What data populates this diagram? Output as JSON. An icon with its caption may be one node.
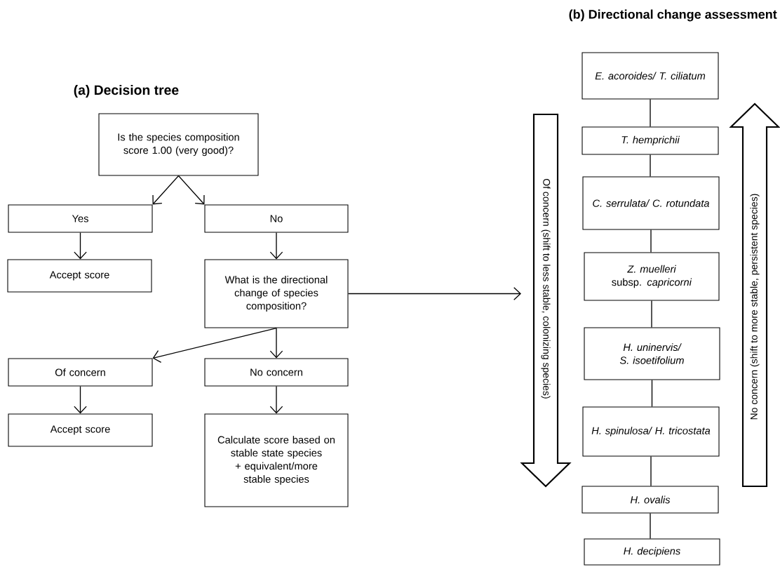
{
  "diagram": {
    "nodes": [
      {
        "text": [
          "Is the species composition score 1.00 (very good)?"
        ]
      },
      {
        "text": [
          "Yes"
        ]
      },
      {
        "text": [
          "No"
        ]
      },
      {
        "text": [
          "Accept score"
        ]
      },
      {
        "text": [
          "What is the directional change of species composition?"
        ]
      },
      {
        "text": [
          "Of concern"
        ]
      },
      {
        "text": [
          "No concern"
        ]
      },
      {
        "text": [
          "Accept score"
        ]
      },
      {
        "text": [
          "Calculate score based on stable state species + equivalent/more stable species"
        ]
      },
      {
        "text": [
          "E. acoroides/ T. ciliatum"
        ]
      },
      {
        "text": [
          "T. hemprichii"
        ]
      },
      {
        "text": [
          "C. serrulata/ C. rotundata"
        ]
      },
      {
        "text": [
          "*Z. muelleri* subsp. *capricorni*"
        ]
      },
      {
        "text": [
          "H. uninervis/ S. isoetifolium"
        ]
      },
      {
        "text": [
          "H. spinulosa/ H. tricostata"
        ]
      },
      {
        "text": [
          "H. ovalis"
        ]
      },
      {
        "text": [
          "H. decipiens"
        ]
      },
      {
        "text": [
          "Of concern (shift to less stable, colonizing species)"
        ]
      },
      {
        "text": [
          "No concern (shift to more stable, persistent species)"
        ]
      }
    ],
    "edges": [
      {
        "from": 0,
        "to": 1,
        "arrow": "to"
      },
      {
        "from": 0,
        "to": 2,
        "arrow": "to"
      },
      {
        "from": 1,
        "to": 3,
        "arrow": "to"
      },
      {
        "from": 2,
        "to": 4,
        "arrow": "to"
      },
      {
        "from": 4,
        "to": 5,
        "arrow": "to"
      },
      {
        "from": 4,
        "to": 6,
        "arrow": "to"
      },
      {
        "from": 5,
        "to": 7,
        "arrow": "to"
      },
      {
        "from": 6,
        "to": 8,
        "arrow": "to"
      },
      {
        "from": 4,
        "to": 17,
        "arrow": "to"
      },
      {
        "from": 9,
        "to": 10,
        "arrow": "none"
      },
      {
        "from": 10,
        "to": 11,
        "arrow": "none"
      },
      {
        "from": 11,
        "to": 12,
        "arrow": "none"
      },
      {
        "from": 12,
        "to": 13,
        "arrow": "none"
      },
      {
        "from": 13,
        "to": 14,
        "arrow": "none"
      },
      {
        "from": 14,
        "to": 15,
        "arrow": "none"
      },
      {
        "from": 15,
        "to": 16,
        "arrow": "none"
      }
    ],
    "labels": [
      "(a)  Decision tree",
      "(b)  Directional change assessment"
    ]
  }
}
